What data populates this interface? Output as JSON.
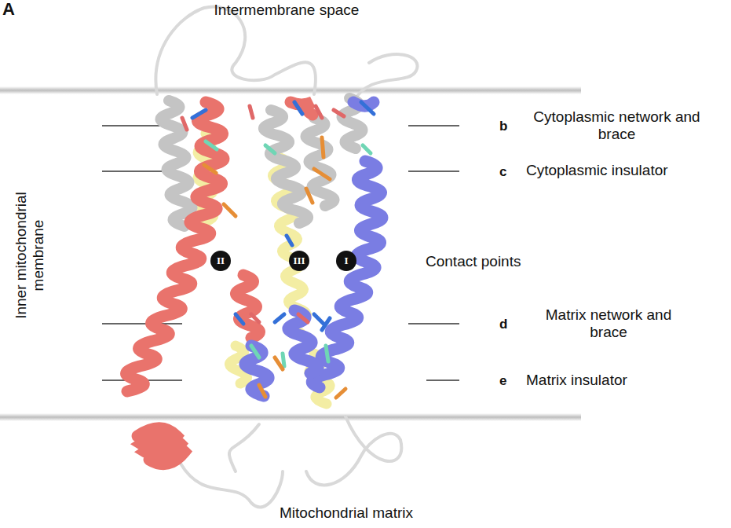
{
  "diagram": {
    "nodes": [
      {
        "text": [
          "II"
        ]
      },
      {
        "text": [
          "III"
        ]
      },
      {
        "text": [
          "I"
        ]
      }
    ],
    "labels": [
      "A",
      "Intermembrane space",
      "Inner mitochondrial membrane",
      "b",
      "Cytoplasmic network and brace",
      "c",
      "Cytoplasmic insulator",
      "Contact points",
      "d",
      "Matrix network and brace",
      "e",
      "Matrix insulator",
      "Mitochondrial matrix"
    ]
  }
}
